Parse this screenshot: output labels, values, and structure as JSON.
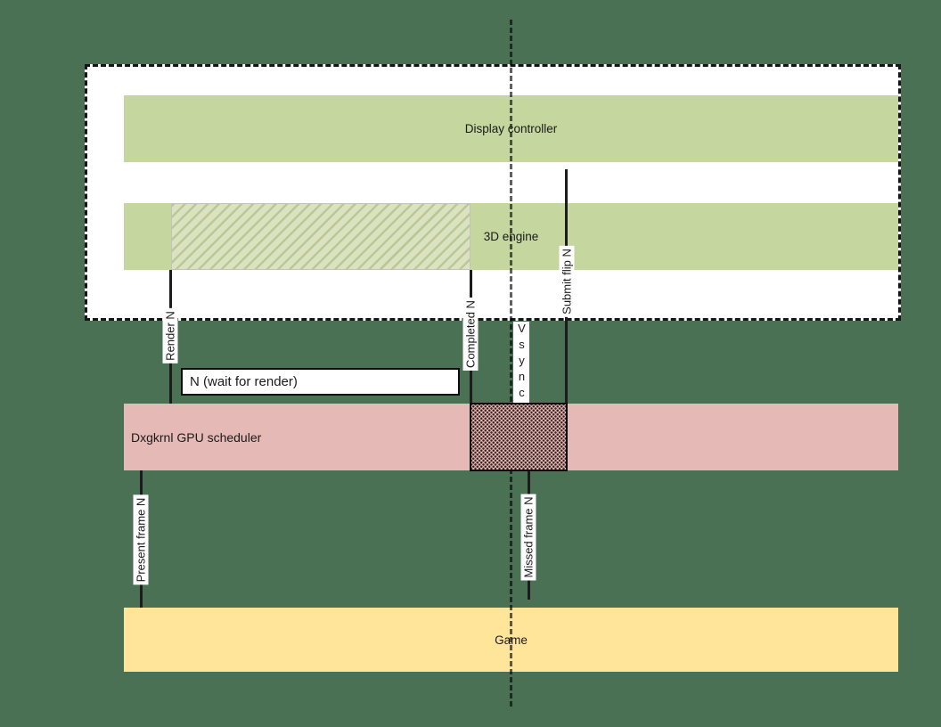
{
  "diagram": {
    "lanes": [
      {
        "id": "display-controller",
        "label": "Display controller",
        "color": "#c5d79f"
      },
      {
        "id": "3d-engine",
        "label": "3D engine",
        "color": "#c5d79f"
      },
      {
        "id": "gpu-scheduler",
        "label": "Dxgkrnl GPU scheduler",
        "color": "#e5b9b5"
      },
      {
        "id": "game",
        "label": "Game",
        "color": "#ffe59a"
      }
    ],
    "events": {
      "render": "Render N",
      "completed": "Completed N",
      "submit_flip": "Submit flip N",
      "vsync": "Vsync",
      "present_frame": "Present frame N",
      "missed_frame": "Missed frame N",
      "wait": "N (wait for render)"
    },
    "colors": {
      "background": "#4a7153",
      "group_box_fill": "#ffffff",
      "group_box_border": "#151515",
      "lane_green": "#c5d79f",
      "lane_pink": "#e5b9b5",
      "lane_yellow": "#ffe59a",
      "hatch_fill": "#cdd9ab",
      "dot_pattern": "#36201f",
      "line": "#1c1c1c"
    }
  }
}
